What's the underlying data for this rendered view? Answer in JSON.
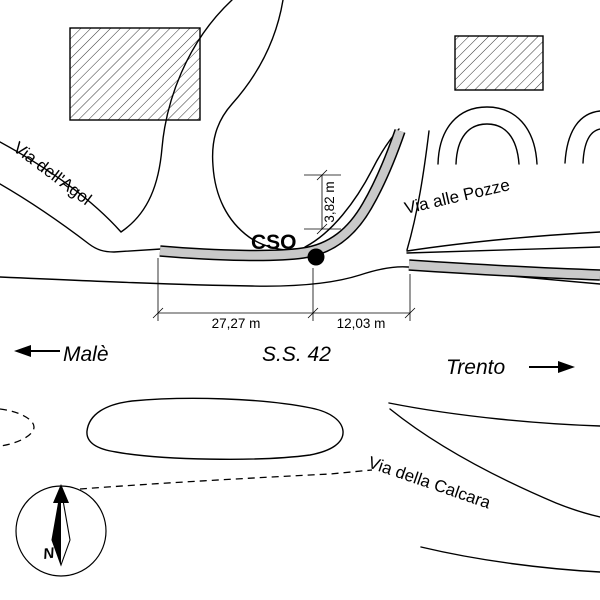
{
  "labels": {
    "via_dell_agol": "Via dell'Agol",
    "via_alle_pozze": "Via alle Pozze",
    "via_della_calcara": "Via della Calcara",
    "cso": "CSO",
    "male": "Malè",
    "ss42": "S.S. 42",
    "trento": "Trento",
    "north": "N"
  },
  "dimensions": {
    "vertical": "3,82 m",
    "left": "27,27 m",
    "right": "12,03 m"
  },
  "colors": {
    "road_band": "#c9c9c9",
    "line": "#000000",
    "hatch": "#333333",
    "background": "#ffffff"
  }
}
